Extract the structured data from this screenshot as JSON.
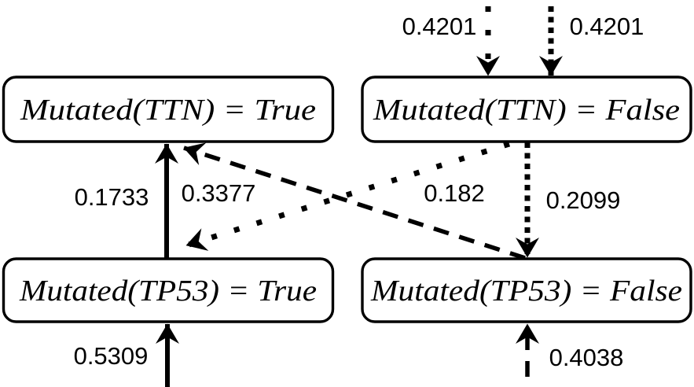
{
  "figure": {
    "type": "causal-graph",
    "background": "#ffffff",
    "ink": "#000000"
  },
  "nodes": [
    {
      "id": "ttn-true",
      "label": "Mutated(TTN) = True"
    },
    {
      "id": "ttn-false",
      "label": "Mutated(TTN) = False"
    },
    {
      "id": "tp53-true",
      "label": "Mutated(TP53) = True"
    },
    {
      "id": "tp53-false",
      "label": "Mutated(TP53) = False"
    }
  ],
  "edges": [
    {
      "weight": "0.4201",
      "style": "dotted",
      "from": "offscreen-top",
      "to": "Mutated(TTN) = False"
    },
    {
      "weight": "0.4201",
      "style": "dense-dotted",
      "from": "offscreen-top",
      "to": "Mutated(TTN) = False"
    },
    {
      "weight": "0.1733",
      "style": "solid",
      "from": "Mutated(TP53) = True",
      "to": "Mutated(TTN) = True"
    },
    {
      "weight": "0.3377",
      "style": "dashed",
      "from": "Mutated(TP53) = False",
      "to": "Mutated(TTN) = True"
    },
    {
      "weight": "0.182",
      "style": "dotted",
      "from": "Mutated(TTN) = False",
      "to": "Mutated(TP53) = True"
    },
    {
      "weight": "0.2099",
      "style": "dense-dotted",
      "from": "Mutated(TTN) = False",
      "to": "Mutated(TP53) = False"
    },
    {
      "weight": "0.5309",
      "style": "solid",
      "from": "offscreen-bottom",
      "to": "Mutated(TP53) = True"
    },
    {
      "weight": "0.4038",
      "style": "dashed",
      "from": "offscreen-bottom",
      "to": "Mutated(TP53) = False"
    }
  ]
}
